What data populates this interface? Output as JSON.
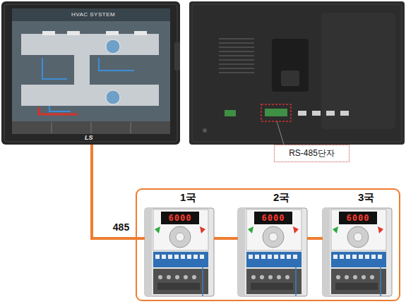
{
  "diagram": {
    "nodes": [
      {
        "text": [
          "HVAC SYSTEM"
        ]
      },
      {
        "text": [
          "RS-485단자"
        ]
      },
      {
        "text": [
          "1국",
          "6000"
        ]
      },
      {
        "text": [
          "2국",
          "6000"
        ]
      },
      {
        "text": [
          "3국",
          "6000"
        ]
      }
    ],
    "edges": [
      {
        "from": 0,
        "to": 2,
        "label": "485",
        "arrow": "none"
      },
      {
        "from": 2,
        "to": 3,
        "arrow": "none"
      },
      {
        "from": 3,
        "to": 4,
        "arrow": "none"
      }
    ],
    "labels": [
      "LS"
    ]
  }
}
